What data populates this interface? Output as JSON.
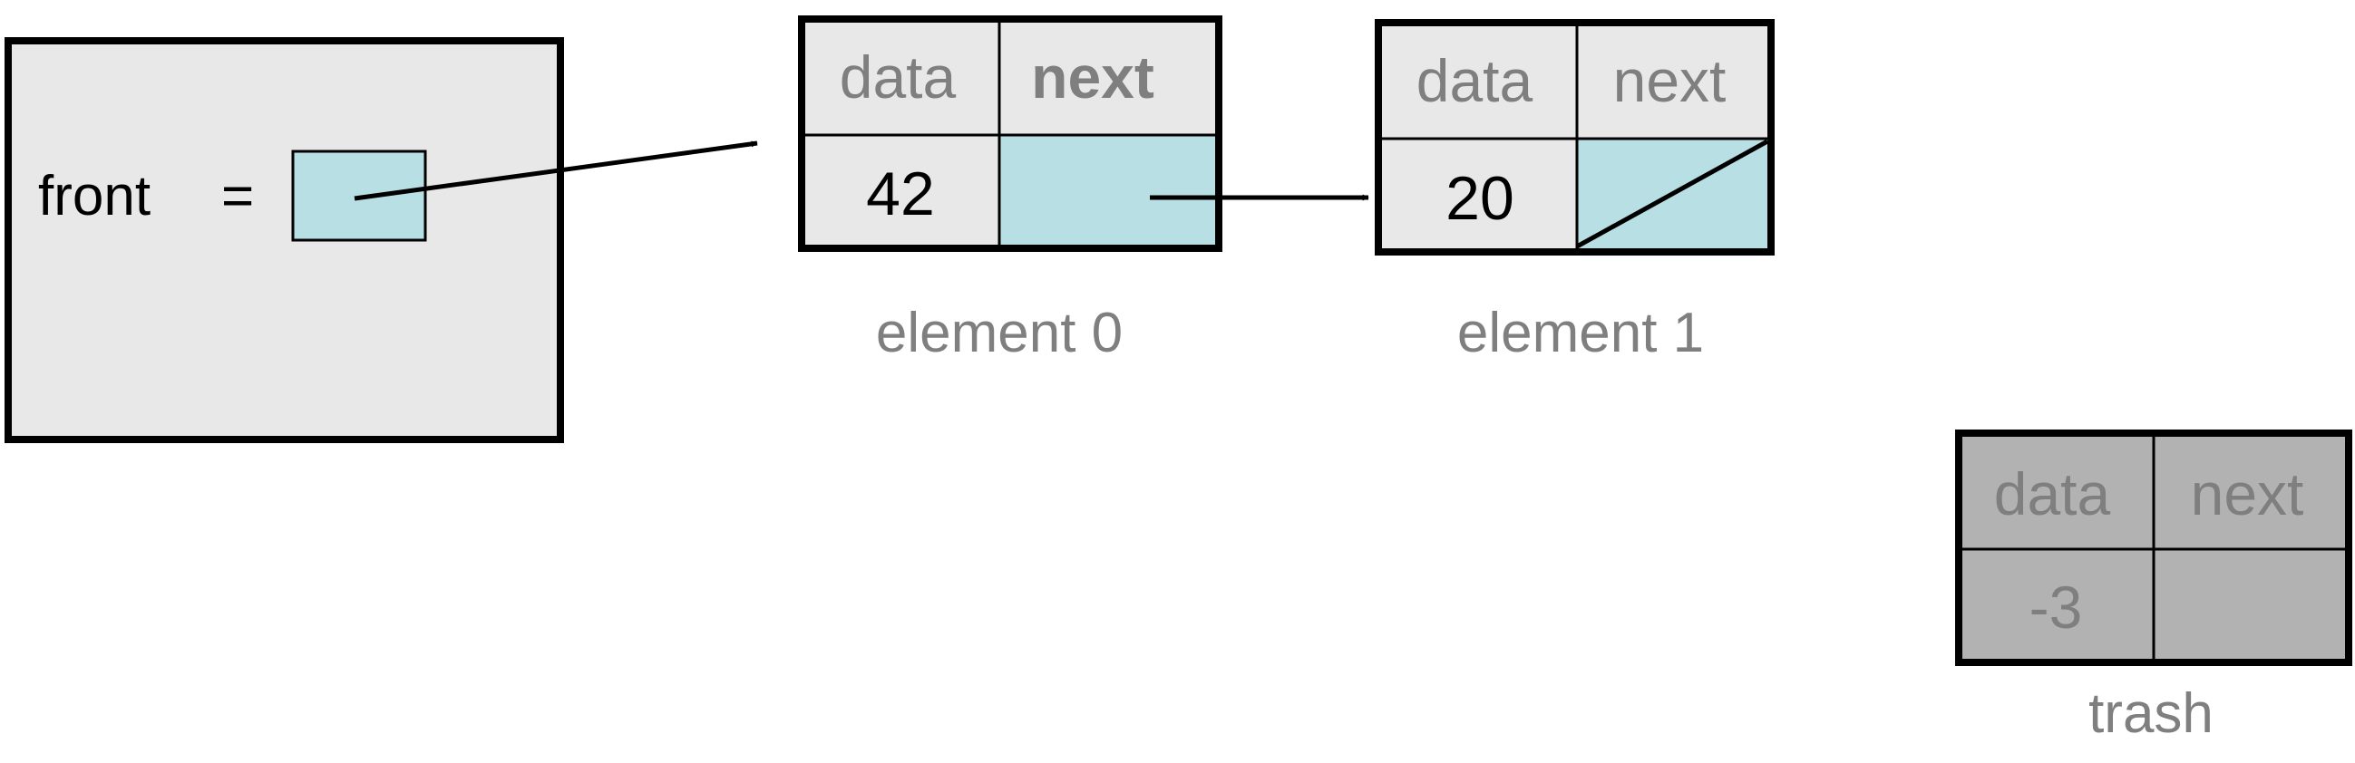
{
  "variable": {
    "name_label": "front",
    "equals_label": "="
  },
  "nodes": [
    {
      "header_data_label": "data",
      "header_next_label": "next",
      "next_header_bold": true,
      "data_value": "42",
      "caption": "element 0",
      "next_state": "pointer"
    },
    {
      "header_data_label": "data",
      "header_next_label": "next",
      "next_header_bold": false,
      "data_value": "20",
      "caption": "element 1",
      "next_state": "null"
    }
  ],
  "trash": {
    "header_data_label": "data",
    "header_next_label": "next",
    "data_value": "-3",
    "caption": "trash"
  },
  "colors": {
    "frame_fill": "#e8e8e8",
    "pointer_cell_fill": "#b8dfe3",
    "trash_fill": "#b2b2b2",
    "stroke": "#000000",
    "header_text": "#7f7f7f",
    "value_text": "#000000",
    "caption_text": "#7f7f7f",
    "trash_text": "#7f7f7f"
  }
}
